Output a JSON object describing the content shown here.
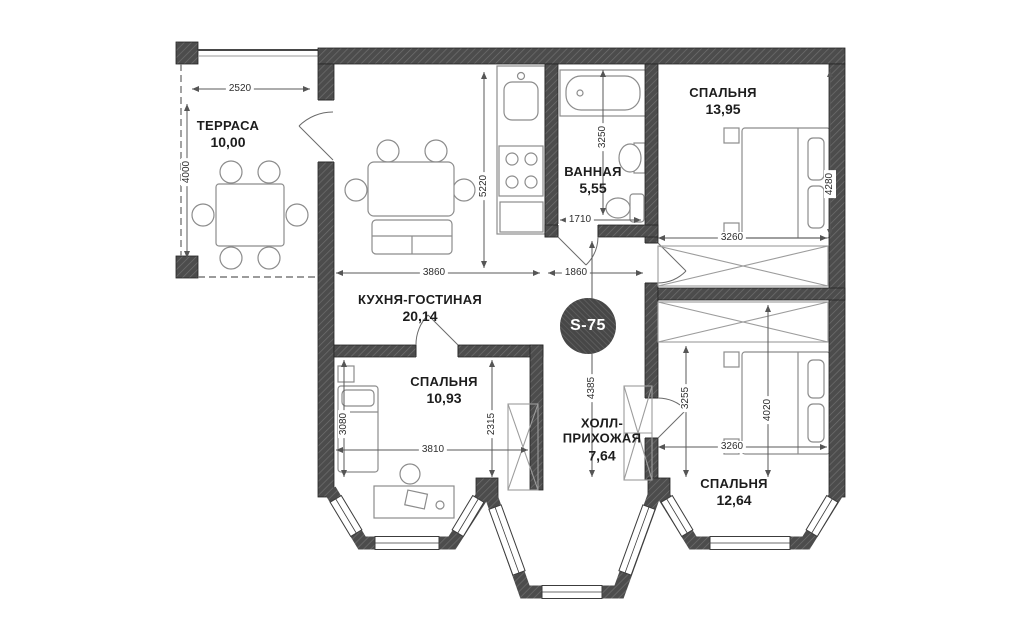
{
  "plan": {
    "badge": "S-75",
    "rooms": {
      "terrace": {
        "name": "ТЕРРАСА",
        "area": "10,00"
      },
      "kitchen_living": {
        "name": "КУХНЯ-ГОСТИНАЯ",
        "area": "20,14"
      },
      "bathroom": {
        "name": "ВАННАЯ",
        "area": "5,55"
      },
      "bedroom_top_right": {
        "name": "СПАЛЬНЯ",
        "area": "13,95"
      },
      "bedroom_left": {
        "name": "СПАЛЬНЯ",
        "area": "10,93"
      },
      "hall": {
        "name": "ХОЛЛ-ПРИХОЖАЯ",
        "area": "7,64"
      },
      "bedroom_bottom_right": {
        "name": "СПАЛЬНЯ",
        "area": "12,64"
      }
    },
    "dimensions_mm": {
      "terrace_width": "2520",
      "terrace_depth": "4000",
      "kitchen_width": "3860",
      "kitchen_depth": "5220",
      "bathroom_depth": "3250",
      "bathroom_width": "1710",
      "passage_width": "1860",
      "bedroom_top_width": "3260",
      "bedroom_top_depth": "4280",
      "bedroom_left_width": "3810",
      "bedroom_left_depth": "3080",
      "bedroom_left_inner": "2315",
      "hall_depth": "4385",
      "bedroom_bottom_inner": "3255",
      "bedroom_bottom_depth": "4020",
      "bedroom_bottom_width": "3260"
    },
    "colors": {
      "wall": "#4c4c4c",
      "furniture_stroke": "#8c8c8c",
      "text": "#1d1d1d"
    }
  }
}
